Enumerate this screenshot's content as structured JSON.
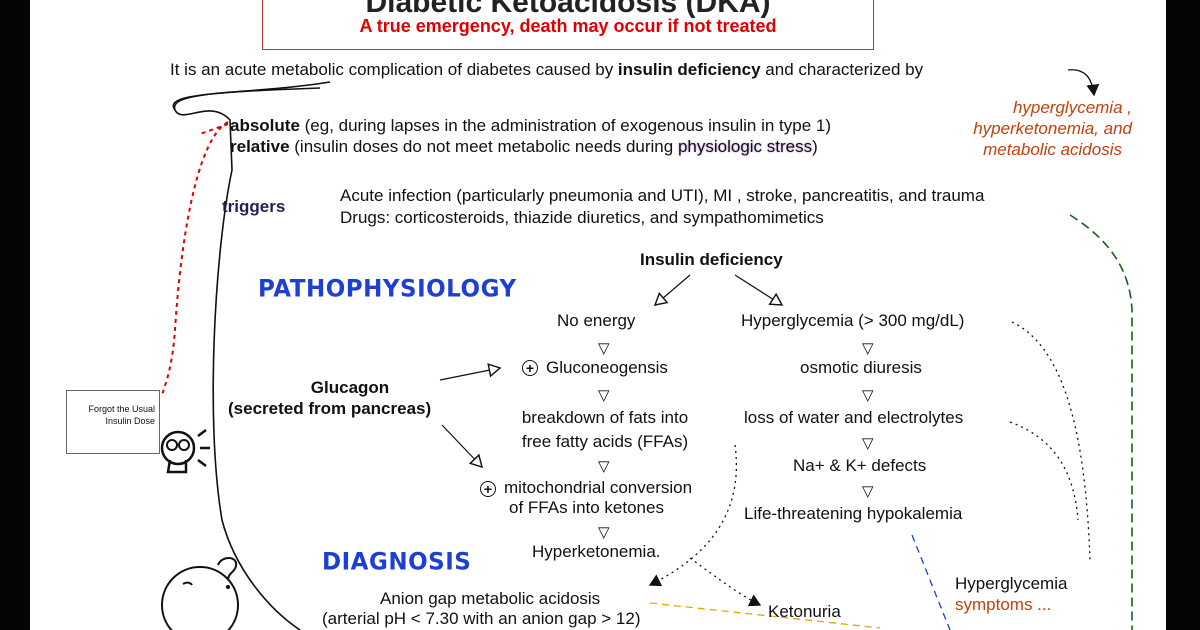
{
  "title": "Diabetic Ketoacidosis (DKA)",
  "subtitle": "A true emergency, death may occur if not treated",
  "definition": {
    "prefix": "It is an acute metabolic complication of diabetes caused by ",
    "emphasis": "insulin deficiency",
    "suffix": "  and characterized by"
  },
  "characteristics": [
    "hyperglycemia ,",
    "hyperketonemia, and",
    "metabolic acidosis"
  ],
  "deficiency_types": [
    {
      "term": "absolute",
      "detail": " (eg, during lapses in the administration of exogenous insulin in type 1)"
    },
    {
      "term": "relative",
      "detail": " (insulin doses do not meet metabolic needs during ",
      "detail_emph": "physiologic stress",
      "detail_end": ")"
    }
  ],
  "triggers_label": "triggers",
  "triggers": [
    "Acute infection (particularly pneumonia and UTI), MI , stroke, pancreatitis, and trauma",
    "Drugs: corticosteroids, thiazide diuretics, and sympathomimetics"
  ],
  "note_box": {
    "line1": "Forgot the Usual",
    "line2": "Insulin Dose"
  },
  "sections": {
    "pathophysiology": "PATHOPHYSIOLOGY",
    "diagnosis": "DIAGNOSIS"
  },
  "flow": {
    "root": "Insulin deficiency",
    "left": {
      "n1": "No energy",
      "n2": "Gluconeogensis",
      "n3a": "breakdown of fats into",
      "n3b": "free fatty acids (FFAs)",
      "n4a": "mitochondrial conversion",
      "n4b": "of FFAs into ketones",
      "n5": "Hyperketonemia."
    },
    "right": {
      "n1": "Hyperglycemia (> 300 mg/dL)",
      "n2": "osmotic diuresis",
      "n3": "loss of water and electrolytes",
      "n4": "Na+ & K+ defects",
      "n5": "Life-threatening hypokalemia"
    },
    "glucagon_line1": "Glucagon",
    "glucagon_line2": "(secreted from pancreas)",
    "plus_symbol": "+"
  },
  "diagnosis": {
    "acidosis_line1": "Anion gap metabolic acidosis",
    "acidosis_line2": "(arterial pH < 7.30 with an anion gap > 12)",
    "ketonuria": "Ketonuria",
    "hyperglycemia": "Hyperglycemia",
    "symptoms": "symptoms  ..."
  },
  "colors": {
    "accent_blue": "#1d3fd4",
    "accent_red": "#e00000",
    "annotation_orange": "#c2410c",
    "dashed_green": "#1a5e20"
  }
}
